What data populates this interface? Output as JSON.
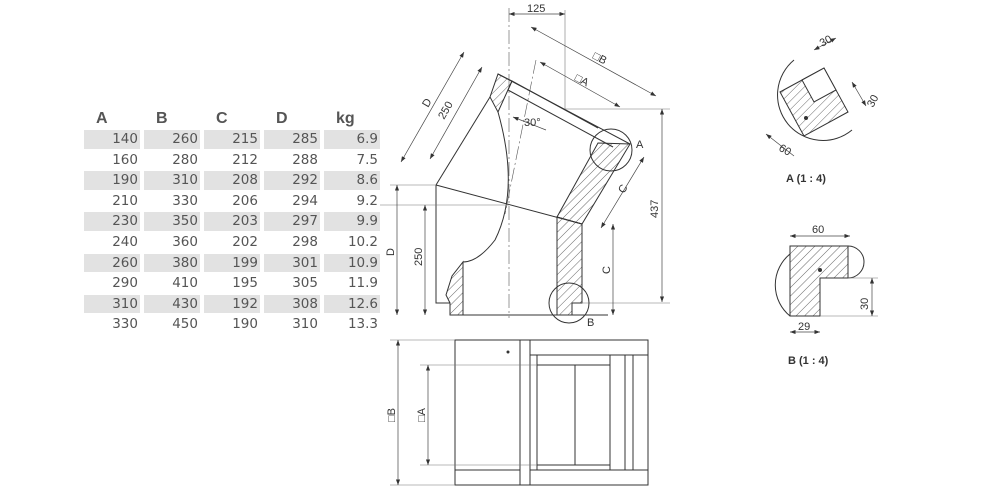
{
  "table": {
    "headers": [
      "A",
      "B",
      "C",
      "D",
      "kg"
    ],
    "rows": [
      [
        "140",
        "260",
        "215",
        "285",
        "6.9"
      ],
      [
        "160",
        "280",
        "212",
        "288",
        "7.5"
      ],
      [
        "190",
        "310",
        "208",
        "292",
        "8.6"
      ],
      [
        "210",
        "330",
        "206",
        "294",
        "9.2"
      ],
      [
        "230",
        "350",
        "203",
        "297",
        "9.9"
      ],
      [
        "240",
        "360",
        "202",
        "298",
        "10.2"
      ],
      [
        "260",
        "380",
        "199",
        "301",
        "10.9"
      ],
      [
        "290",
        "410",
        "195",
        "305",
        "11.9"
      ],
      [
        "310",
        "430",
        "192",
        "308",
        "12.6"
      ],
      [
        "330",
        "450",
        "190",
        "310",
        "13.3"
      ]
    ]
  },
  "drawing": {
    "dim_125": "125",
    "dim_sqB": "□B",
    "dim_sqA": "□A",
    "dim_D_tilted": "D",
    "dim_250_tilted": "250",
    "angle": "30°",
    "dim_C_tilted": "C",
    "dim_437": "437",
    "dim_D": "D",
    "dim_250": "250",
    "dim_C": "C",
    "marker_A": "A",
    "marker_B": "B",
    "plan_sqB": "□B",
    "plan_sqA": "□A",
    "detailA": {
      "label": "A (1 : 4)",
      "dim_top": "30",
      "dim_right": "30",
      "dim_bottom": "60"
    },
    "detailB": {
      "label": "B (1 : 4)",
      "dim_top": "60",
      "dim_right": "30",
      "dim_bottom": "29"
    }
  }
}
